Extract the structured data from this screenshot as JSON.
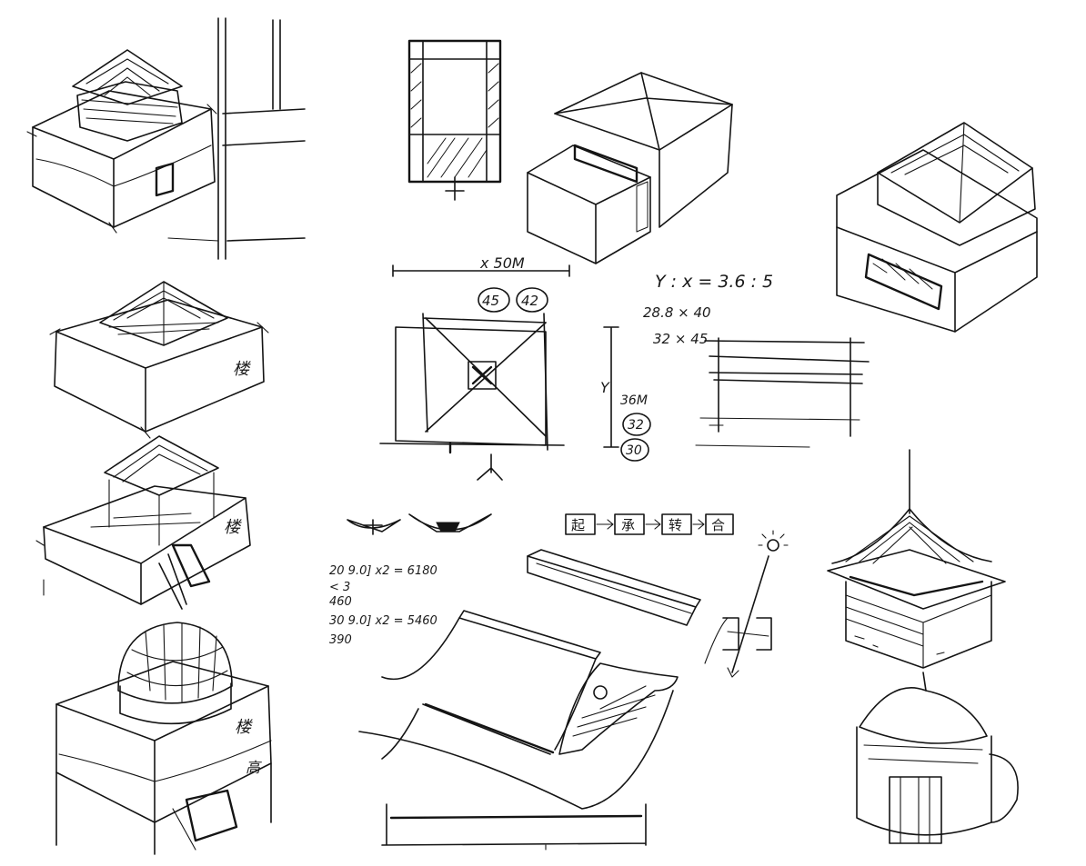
{
  "plan_dimensions": {
    "width_label": "x 50M",
    "width_options": [
      "45",
      "42"
    ],
    "height_label": "36M",
    "height_options": [
      "32",
      "30"
    ],
    "y_axis_label": "Y"
  },
  "ratio_notes": {
    "ratio": "Y : x = 3.6 : 5",
    "option_1": "28.8 × 40",
    "option_2": "32 × 45"
  },
  "calculations": {
    "line_1": "20 9.0] x2 = 6180",
    "line_2": "< 3",
    "line_3": "460",
    "line_4": "30 9.0] x2 = 5460",
    "line_5": "390"
  },
  "sequence_boxes": [
    "起",
    "承",
    "转",
    "合"
  ],
  "sketch_annotations": {
    "label_a": "楼",
    "label_b": "楼",
    "label_c": "楼",
    "label_d": "高"
  }
}
